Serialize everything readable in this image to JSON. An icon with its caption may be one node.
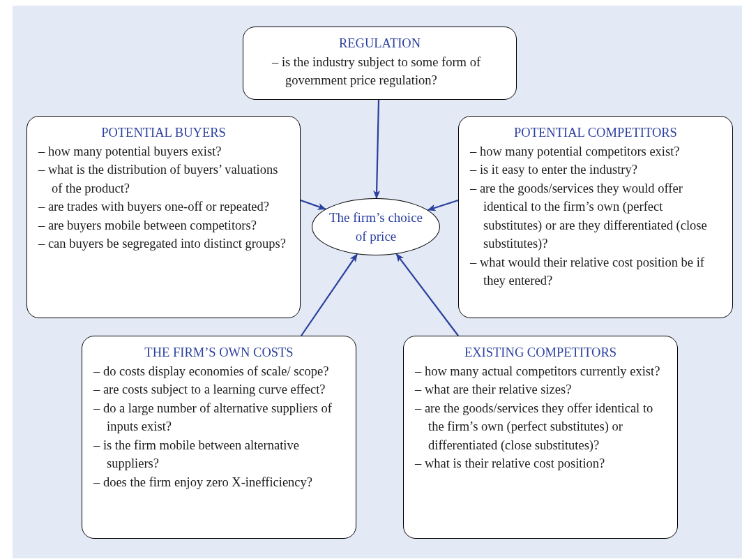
{
  "diagram": {
    "nodes": [
      {
        "text": [
          "REGULATION",
          "– is the industry subject to some form of government price regulation?"
        ]
      },
      {
        "text": [
          "POTENTIAL BUYERS",
          "– how many potential buyers exist?",
          "– what is the distribution of buyers’ valuations of the product?",
          "– are trades with buyers one-off or repeated?",
          "– are buyers mobile between competitors?",
          "– can buyers be segregated into distinct groups?"
        ]
      },
      {
        "text": [
          "The firm’s choice of price"
        ]
      },
      {
        "text": [
          "POTENTIAL COMPETITORS",
          "– how many potential competitors exist?",
          "– is it easy to enter the industry?",
          "– are the goods/services they would offer identical to the firm’s own (perfect substitutes) or are they differentiated (close substitutes)?",
          "– what would their relative cost position be if they entered?"
        ]
      },
      {
        "text": [
          "THE FIRM’S OWN COSTS",
          "– do costs display economies of scale/ scope?",
          "– are costs subject to a learning curve effect?",
          "– do a large number of alternative suppliers of inputs exist?",
          "– is the firm mobile between alternative suppliers?",
          "– does the firm enjoy zero X-inefficiency?"
        ]
      },
      {
        "text": [
          "EXISTING COMPETITORS",
          "– how many actual competitors currently exist?",
          "– what are their relative sizes?",
          "– are the goods/services they offer identical to the firm’s own (perfect substitutes) or differentiated (close substitutes)?",
          "– what is their relative cost position?"
        ]
      }
    ],
    "edges": [
      {
        "from": 0,
        "to": 2,
        "arrow": "to"
      },
      {
        "from": 1,
        "to": 2,
        "arrow": "to"
      },
      {
        "from": 3,
        "to": 2,
        "arrow": "to"
      },
      {
        "from": 4,
        "to": 2,
        "arrow": "to"
      },
      {
        "from": 5,
        "to": 2,
        "arrow": "to"
      }
    ]
  }
}
